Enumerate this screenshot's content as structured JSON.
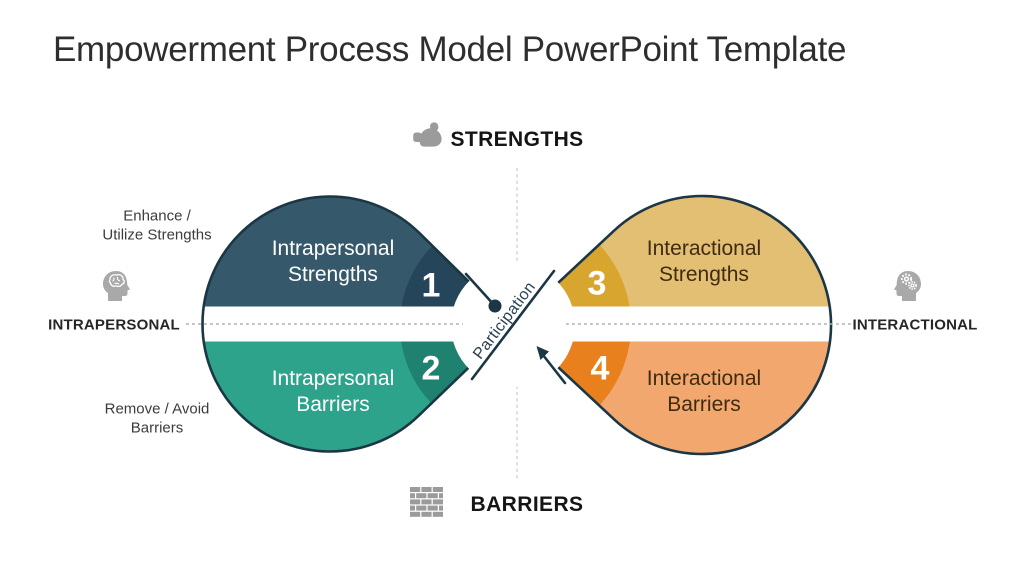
{
  "title": "Empowerment Process Model PowerPoint Template",
  "axes": {
    "top": "STRENGTHS",
    "bottom": "BARRIERS",
    "left": "INTRAPERSONAL",
    "right": "INTERACTIONAL"
  },
  "side_notes": {
    "enhance": {
      "line1": "Enhance /",
      "line2": "Utilize Strengths"
    },
    "remove": {
      "line1": "Remove / Avoid",
      "line2": "Barriers"
    }
  },
  "center_label": "Participation",
  "quadrants": {
    "q1": {
      "number": "1",
      "label": "Intrapersonal Strengths"
    },
    "q2": {
      "number": "2",
      "label": "Intrapersonal Barriers"
    },
    "q3": {
      "number": "3",
      "label": "Interactional Strengths"
    },
    "q4": {
      "number": "4",
      "label": "Interactional Barriers"
    }
  },
  "icons": {
    "top": "muscle-icon",
    "bottom": "brick-wall-icon",
    "left": "head-brain-icon",
    "right": "head-gears-icon"
  },
  "colors": {
    "outline": "#1B3645",
    "connector": "#1B3645",
    "q1_base": "#35596B",
    "q1_wedge": "#24455A",
    "q2_base": "#2DA38C",
    "q2_wedge": "#1F8170",
    "q3_base": "#E3BF74",
    "q3_wedge": "#D8A52F",
    "q4_base": "#F1A76D",
    "q4_wedge": "#E8801D",
    "icon_gray": "#A9A9A9",
    "icon_gray_dark": "#9B9B9B",
    "dash_gray": "#B0B0B0",
    "dash_light": "#CBCBCB",
    "white": "#FFFFFF"
  }
}
